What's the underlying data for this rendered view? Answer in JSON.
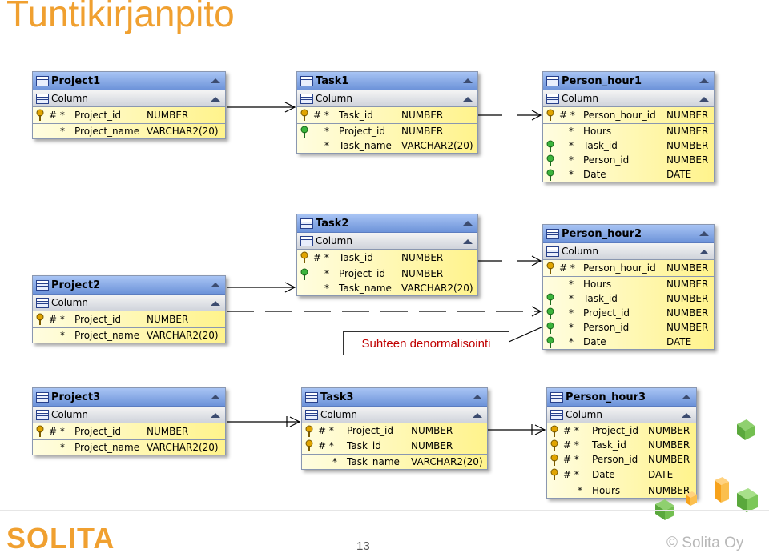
{
  "title": "Tuntikirjanpito",
  "column_header": "Column",
  "annotation": "Suhteen denormalisointi",
  "page_number": "13",
  "logo_text": "SOLITA",
  "copyright": "© Solita Oy",
  "entities": {
    "project1": {
      "name": "Project1",
      "rows": [
        {
          "mark": "# *",
          "name": "Project_id",
          "type": "NUMBER"
        },
        {
          "mark": "*",
          "name": "Project_name",
          "type": "VARCHAR2(20)"
        }
      ]
    },
    "task1": {
      "name": "Task1",
      "rows": [
        {
          "mark": "# *",
          "name": "Task_id",
          "type": "NUMBER"
        },
        {
          "mark": "*",
          "name": "Project_id",
          "type": "NUMBER"
        },
        {
          "mark": "*",
          "name": "Task_name",
          "type": "VARCHAR2(20)"
        }
      ]
    },
    "person_hour1": {
      "name": "Person_hour1",
      "rows": [
        {
          "mark": "# *",
          "name": "Person_hour_id",
          "type": "NUMBER"
        },
        {
          "mark": "*",
          "name": "Hours",
          "type": "NUMBER"
        },
        {
          "mark": "*",
          "name": "Task_id",
          "type": "NUMBER"
        },
        {
          "mark": "*",
          "name": "Person_id",
          "type": "NUMBER"
        },
        {
          "mark": "*",
          "name": "Date",
          "type": "DATE"
        }
      ]
    },
    "project2": {
      "name": "Project2",
      "rows": [
        {
          "mark": "# *",
          "name": "Project_id",
          "type": "NUMBER"
        },
        {
          "mark": "*",
          "name": "Project_name",
          "type": "VARCHAR2(20)"
        }
      ]
    },
    "task2": {
      "name": "Task2",
      "rows": [
        {
          "mark": "# *",
          "name": "Task_id",
          "type": "NUMBER"
        },
        {
          "mark": "*",
          "name": "Project_id",
          "type": "NUMBER"
        },
        {
          "mark": "*",
          "name": "Task_name",
          "type": "VARCHAR2(20)"
        }
      ]
    },
    "person_hour2": {
      "name": "Person_hour2",
      "rows": [
        {
          "mark": "# *",
          "name": "Person_hour_id",
          "type": "NUMBER"
        },
        {
          "mark": "*",
          "name": "Hours",
          "type": "NUMBER"
        },
        {
          "mark": "*",
          "name": "Task_id",
          "type": "NUMBER"
        },
        {
          "mark": "*",
          "name": "Project_id",
          "type": "NUMBER"
        },
        {
          "mark": "*",
          "name": "Person_id",
          "type": "NUMBER"
        },
        {
          "mark": "*",
          "name": "Date",
          "type": "DATE"
        }
      ]
    },
    "project3": {
      "name": "Project3",
      "rows": [
        {
          "mark": "# *",
          "name": "Project_id",
          "type": "NUMBER"
        },
        {
          "mark": "*",
          "name": "Project_name",
          "type": "VARCHAR2(20)"
        }
      ]
    },
    "task3": {
      "name": "Task3",
      "rows": [
        {
          "mark": "# *",
          "name": "Project_id",
          "type": "NUMBER"
        },
        {
          "mark": "# *",
          "name": "Task_id",
          "type": "NUMBER"
        },
        {
          "mark": "*",
          "name": "Task_name",
          "type": "VARCHAR2(20)"
        }
      ]
    },
    "person_hour3": {
      "name": "Person_hour3",
      "rows": [
        {
          "mark": "# *",
          "name": "Project_id",
          "type": "NUMBER"
        },
        {
          "mark": "# *",
          "name": "Task_id",
          "type": "NUMBER"
        },
        {
          "mark": "# *",
          "name": "Person_id",
          "type": "NUMBER"
        },
        {
          "mark": "# *",
          "name": "Date",
          "type": "DATE"
        },
        {
          "mark": "*",
          "name": "Hours",
          "type": "NUMBER"
        }
      ]
    }
  }
}
